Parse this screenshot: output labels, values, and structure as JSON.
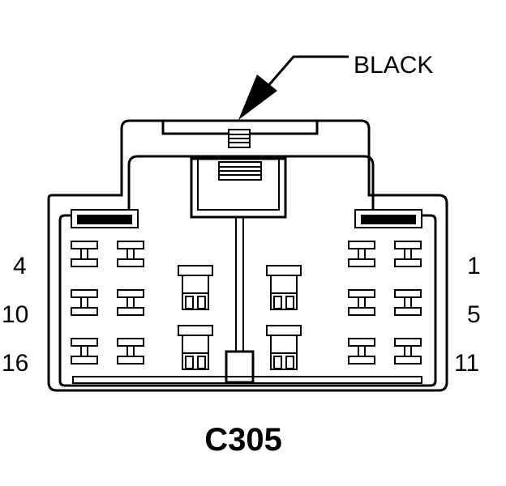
{
  "connector": {
    "name": "C305",
    "color_label": "BLACK",
    "pin_labels": {
      "right_top": "1",
      "right_middle": "5",
      "right_bottom": "11",
      "left_top": "4",
      "left_middle": "10",
      "left_bottom": "16"
    }
  },
  "colors": {
    "stroke": "#000000",
    "background": "#ffffff"
  }
}
